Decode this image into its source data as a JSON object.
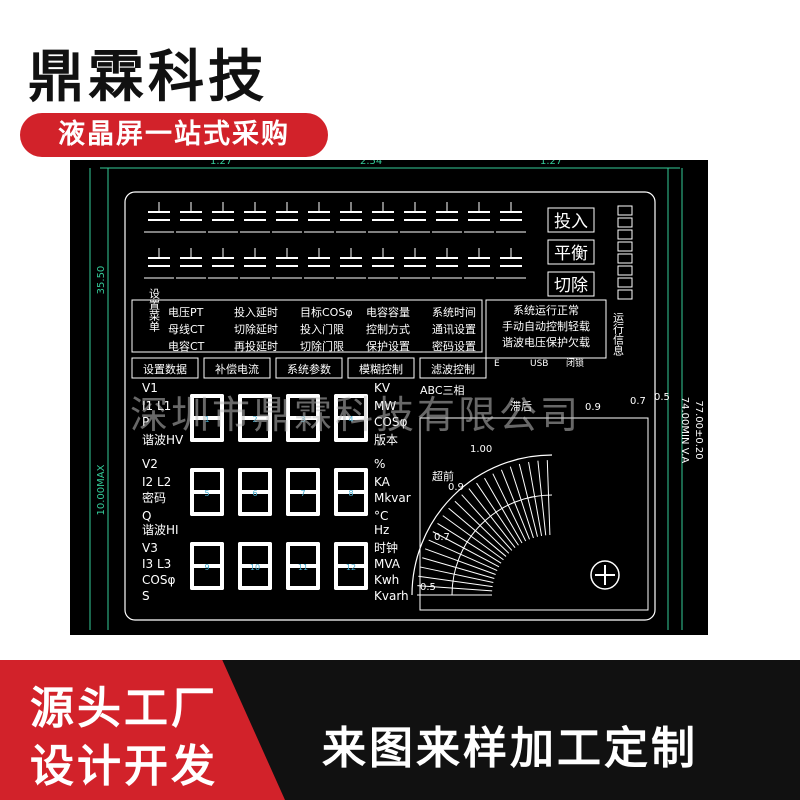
{
  "header": {
    "brand": "鼎霖科技",
    "tagline": "液晶屏一站式采购"
  },
  "panel": {
    "dim_top_left": "1.27",
    "dim_top_mid": "2.54",
    "dim_top_right": "1.27",
    "dim_left_upper": "35.50",
    "dim_left_lower": "10.00MAX",
    "dim_right_a": "74.00MIN V.A",
    "dim_right_b": "77.00±0.20",
    "buttons": [
      "投入",
      "平衡",
      "切除"
    ],
    "setup_vertical": "设置菜单",
    "menu_col1": [
      "电压PT",
      "母线CT",
      "电容CT"
    ],
    "menu_col2": [
      "投入延时",
      "切除延时",
      "再投延时"
    ],
    "menu_col3": [
      "目标COSφ",
      "投入门限",
      "切除门限"
    ],
    "menu_col4": [
      "电容容量",
      "控制方式",
      "保护设置"
    ],
    "menu_col5": [
      "系统时间",
      "通讯设置",
      "密码设置"
    ],
    "status_lines": [
      "系统运行正常",
      "手动自动控制轻载",
      "谐波电压保护欠载"
    ],
    "status_icons": [
      "E",
      "USB",
      "闭锁"
    ],
    "run_info": "运行信息",
    "tabs": [
      "设置数据",
      "补偿电流",
      "系统参数",
      "模糊控制",
      "滤波控制"
    ],
    "left_labels": [
      "V1",
      "I1 L1",
      "P",
      "谐波HV",
      "V2",
      "I2 L2",
      "密码",
      "Q",
      "谐波HI",
      "V3",
      "I3 L3",
      "COSφ",
      "S"
    ],
    "right_labels": [
      "KV",
      "MW",
      "COSφ",
      "版本",
      "%",
      "KA",
      "Mkvar",
      "°C",
      "Hz",
      "时钟",
      "MVA",
      "Kwh",
      "Kvarh"
    ],
    "abc_label": "ABC三相",
    "digits": [
      "1",
      "2",
      "3",
      "4",
      "5",
      "6",
      "7",
      "8",
      "9",
      "10",
      "11",
      "12"
    ],
    "meter_left_label": "超前",
    "meter_top_label": "滞后",
    "meter_ticks": [
      "0.9",
      "0.7",
      "0.5",
      "1.00",
      "0.9",
      "0.7",
      "0.5"
    ]
  },
  "watermark": "深圳市鼎霖科技有限公司",
  "footer": {
    "red_line1": "源头工厂",
    "red_line2": "设计开发",
    "main": "来图来样加工定制"
  }
}
